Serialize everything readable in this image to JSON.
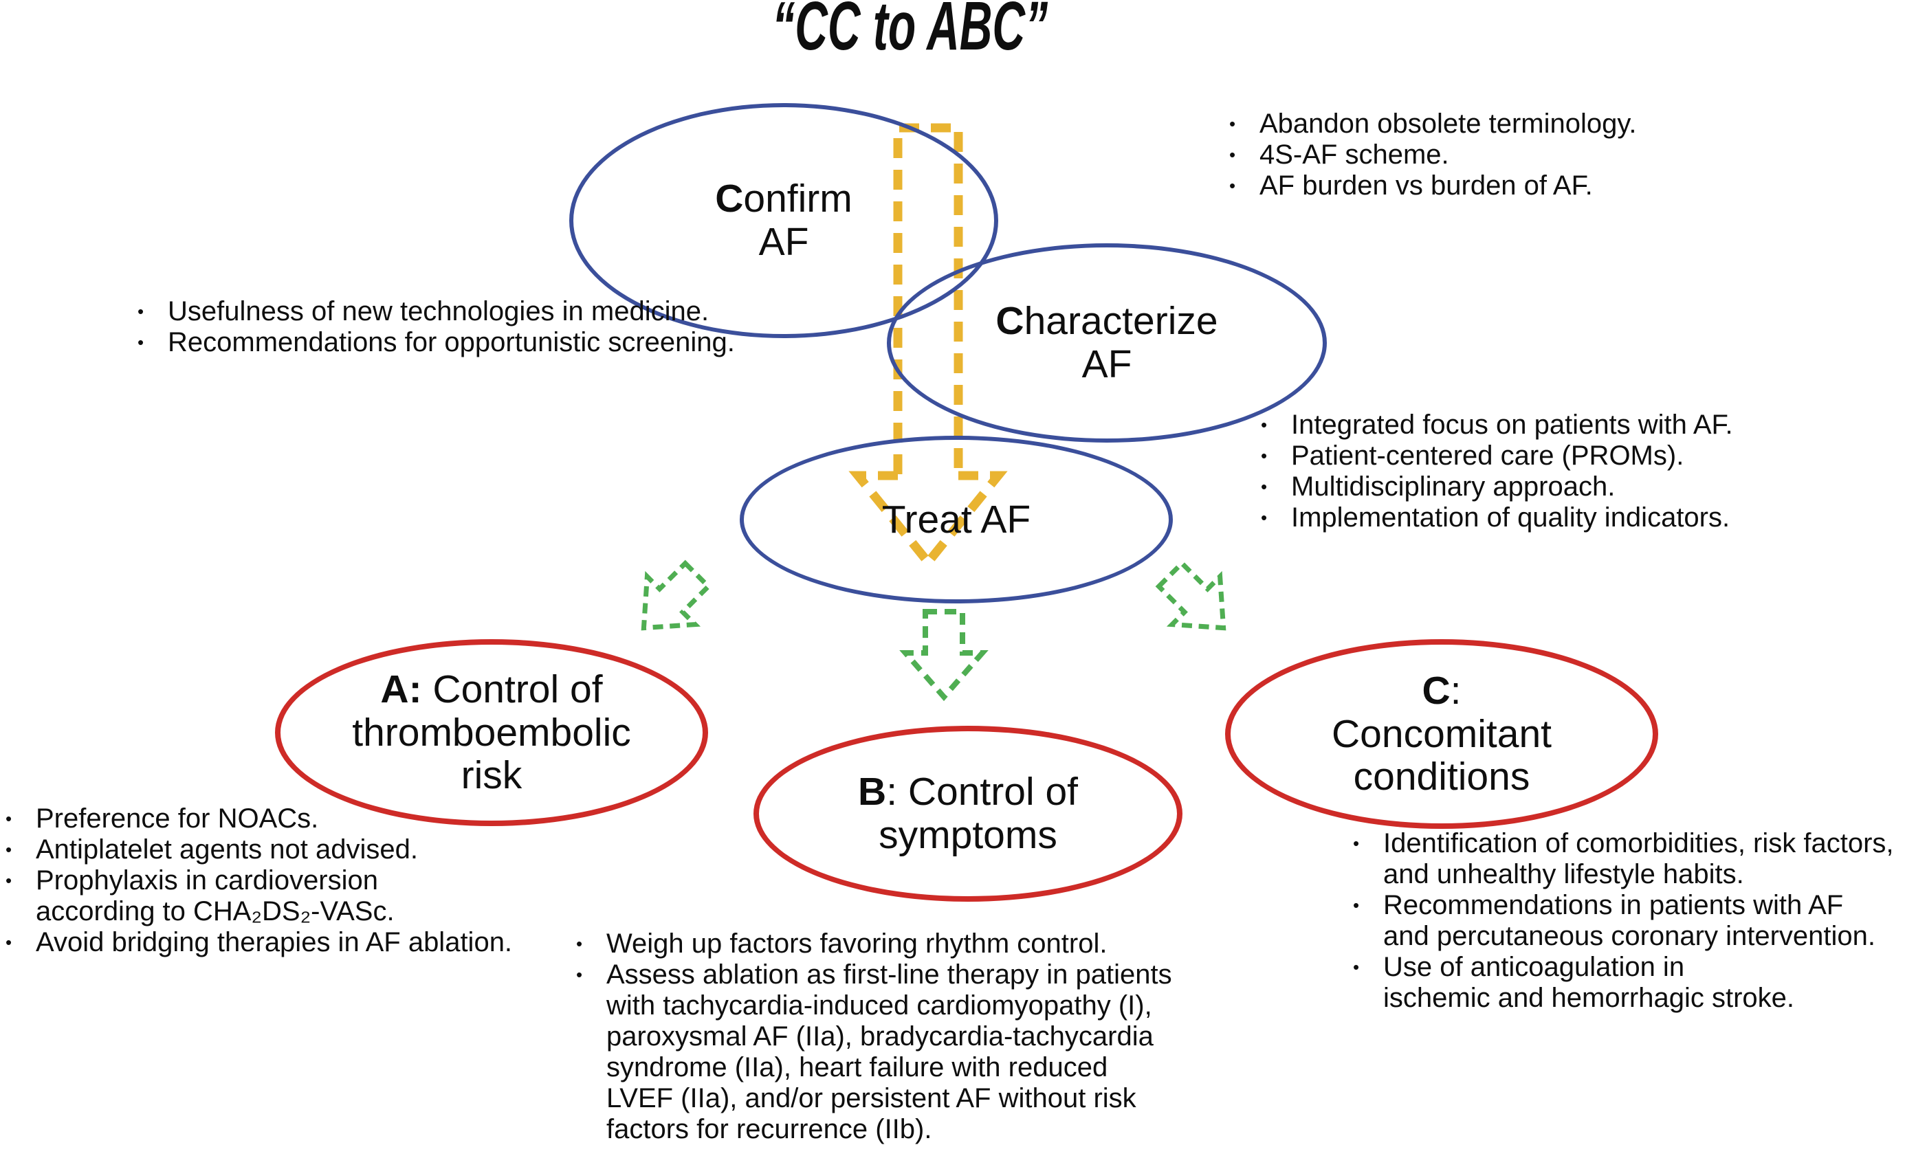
{
  "title": "“CC to ABC”",
  "bullet": "•",
  "colors": {
    "blue": "#3b4f9b",
    "red": "#ce2b27",
    "yellow": "#e9b431",
    "green": "#4fae52",
    "ink": "#0e0e0e"
  },
  "ellipses": {
    "confirm": {
      "bold": "C",
      "first": "onfirm",
      "rest": [
        "AF"
      ]
    },
    "characterize": {
      "bold": "C",
      "first": "haracterize",
      "rest": [
        "AF"
      ]
    },
    "treat": {
      "bold": "",
      "first": "Treat AF",
      "rest": []
    },
    "a": {
      "bold": "A:",
      "first": " Control of",
      "rest": [
        "thromboembolic",
        "risk"
      ]
    },
    "b": {
      "bold": "B",
      "first": ": Control of",
      "rest": [
        "symptoms"
      ]
    },
    "c": {
      "bold": "C",
      "first": ":",
      "rest": [
        "Concomitant",
        "conditions"
      ]
    }
  },
  "lists": {
    "screening": {
      "items": [
        [
          "Usefulness of new technologies in medicine."
        ],
        [
          "Recommendations for opportunistic screening."
        ]
      ]
    },
    "characterize": {
      "items": [
        [
          "Abandon obsolete terminology."
        ],
        [
          "4S-AF scheme."
        ],
        [
          "AF burden vs burden of AF."
        ]
      ]
    },
    "treat": {
      "items": [
        [
          "Integrated focus on patients with AF."
        ],
        [
          "Patient-centered care (PROMs)."
        ],
        [
          "Multidisciplinary approach."
        ],
        [
          "Implementation of quality indicators."
        ]
      ]
    },
    "a": {
      "items": [
        [
          "Preference for NOACs."
        ],
        [
          "Antiplatelet agents not advised."
        ],
        [
          "Prophylaxis in cardioversion",
          "according to CHA₂DS₂-VASc."
        ],
        [
          "Avoid bridging therapies in AF ablation."
        ]
      ]
    },
    "b": {
      "items": [
        [
          "Weigh up factors favoring rhythm control."
        ],
        [
          "Assess ablation as first-line therapy in patients",
          "with tachycardia-induced cardiomyopathy (I),",
          "paroxysmal AF (IIa), bradycardia-tachycardia",
          "syndrome (IIa), heart failure with reduced",
          "LVEF (IIa), and/or persistent AF without risk",
          "factors for recurrence (IIb)."
        ]
      ]
    },
    "c": {
      "items": [
        [
          "Identification of comorbidities, risk factors,",
          "and unhealthy lifestyle habits."
        ],
        [
          "Recommendations in patients with AF",
          "and percutaneous coronary intervention."
        ],
        [
          "Use of anticoagulation in",
          "ischemic and hemorrhagic stroke."
        ]
      ]
    }
  }
}
